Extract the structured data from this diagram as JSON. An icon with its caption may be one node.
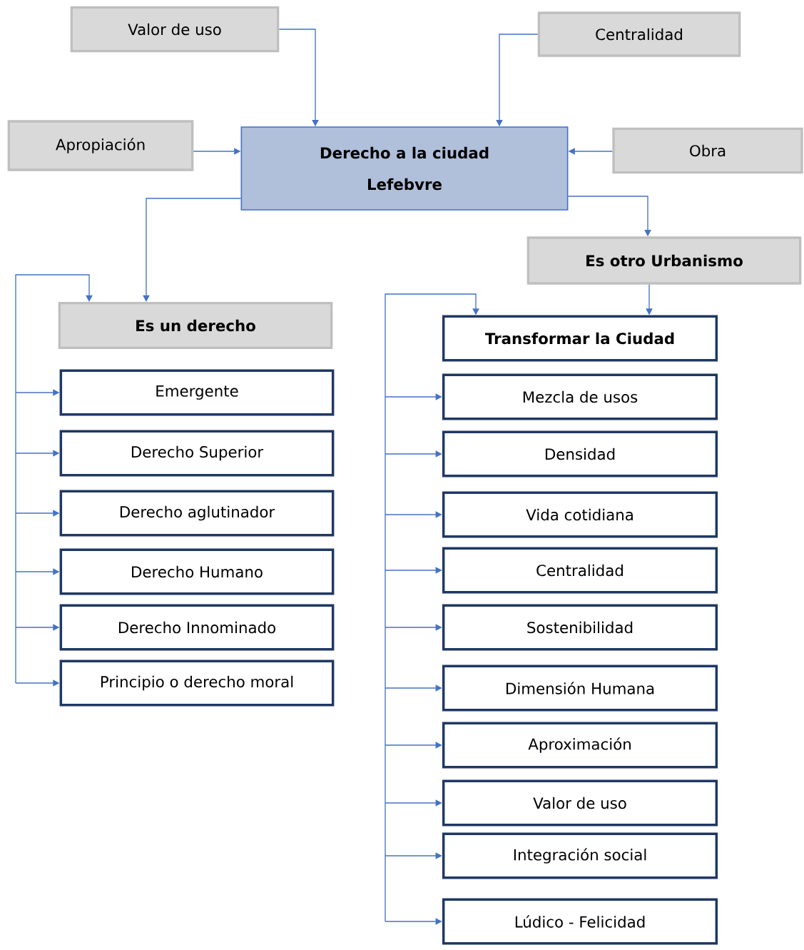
{
  "diagram": {
    "nodes": [
      {
        "text": [
          "Valor de uso"
        ]
      },
      {
        "text": [
          "Centralidad"
        ]
      },
      {
        "text": [
          "Apropiación"
        ]
      },
      {
        "text": [
          "Derecho a la ciudad",
          "Lefebvre"
        ]
      },
      {
        "text": [
          "Obra"
        ]
      },
      {
        "text": [
          "Es otro Urbanismo"
        ]
      },
      {
        "text": [
          "Es un derecho"
        ]
      },
      {
        "text": [
          "Emergente"
        ]
      },
      {
        "text": [
          "Derecho Superior"
        ]
      },
      {
        "text": [
          "Derecho aglutinador"
        ]
      },
      {
        "text": [
          "Derecho Humano"
        ]
      },
      {
        "text": [
          "Derecho Innominado"
        ]
      },
      {
        "text": [
          "Principio o derecho moral"
        ]
      },
      {
        "text": [
          "Transformar la Ciudad"
        ]
      },
      {
        "text": [
          "Mezcla de usos"
        ]
      },
      {
        "text": [
          "Densidad"
        ]
      },
      {
        "text": [
          "Vida cotidiana"
        ]
      },
      {
        "text": [
          "Centralidad"
        ]
      },
      {
        "text": [
          "Sostenibilidad"
        ]
      },
      {
        "text": [
          "Dimensión Humana"
        ]
      },
      {
        "text": [
          "Aproximación"
        ]
      },
      {
        "text": [
          "Valor de uso"
        ]
      },
      {
        "text": [
          "Integración social"
        ]
      },
      {
        "text": [
          "Lúdico - Felicidad"
        ]
      }
    ],
    "edges": [
      {
        "from": 0,
        "to": 3,
        "arrow": "to"
      },
      {
        "from": 1,
        "to": 3,
        "arrow": "to"
      },
      {
        "from": 2,
        "to": 3,
        "arrow": "to"
      },
      {
        "from": 4,
        "to": 3,
        "arrow": "to"
      },
      {
        "from": 3,
        "to": 6,
        "arrow": "to"
      },
      {
        "from": 3,
        "to": 5,
        "arrow": "to"
      },
      {
        "from": 5,
        "to": 13,
        "arrow": "to"
      },
      {
        "from": 6,
        "to": 7,
        "arrow": "both"
      },
      {
        "from": 6,
        "to": 8,
        "arrow": "both"
      },
      {
        "from": 6,
        "to": 9,
        "arrow": "both"
      },
      {
        "from": 6,
        "to": 10,
        "arrow": "both"
      },
      {
        "from": 6,
        "to": 11,
        "arrow": "both"
      },
      {
        "from": 6,
        "to": 12,
        "arrow": "both"
      },
      {
        "from": 13,
        "to": 14,
        "arrow": "both"
      },
      {
        "from": 13,
        "to": 15,
        "arrow": "both"
      },
      {
        "from": 13,
        "to": 16,
        "arrow": "both"
      },
      {
        "from": 13,
        "to": 17,
        "arrow": "both"
      },
      {
        "from": 13,
        "to": 18,
        "arrow": "both"
      },
      {
        "from": 13,
        "to": 19,
        "arrow": "both"
      },
      {
        "from": 13,
        "to": 20,
        "arrow": "both"
      },
      {
        "from": 13,
        "to": 21,
        "arrow": "both"
      },
      {
        "from": 13,
        "to": 22,
        "arrow": "both"
      },
      {
        "from": 13,
        "to": 23,
        "arrow": "both"
      }
    ]
  }
}
